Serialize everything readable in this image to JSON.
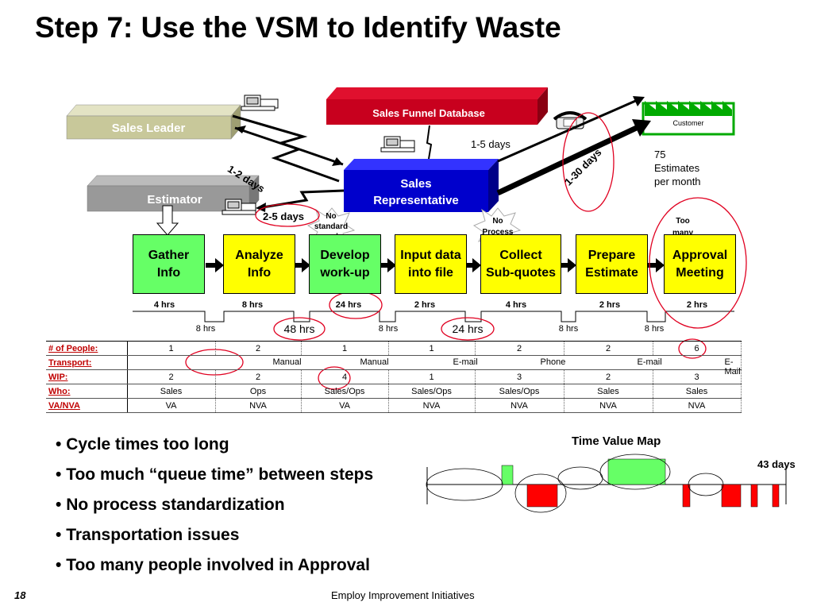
{
  "title": "Step 7: Use the VSM to Identify Waste",
  "entities": {
    "sales_leader": "Sales Leader",
    "estimator": "Estimator",
    "database": "Sales Funnel Database",
    "sales_rep": "Sales Representative",
    "customer": "Customer"
  },
  "labels": {
    "one_two_days": "1-2 days",
    "one_five_days": "1-5 days",
    "one_thirty_days": "1-30 days",
    "estimates": "75\nEstimates\nper month",
    "two_five_days": "2-5 days",
    "no_standard_work": "No\nstandard\nwork",
    "no_process": "No\nProcess",
    "too_many_people": "Too\nmany\npeople"
  },
  "processes": [
    {
      "name": "Gather\nInfo",
      "color": "#66ff66"
    },
    {
      "name": "Analyze\nInfo",
      "color": "#ffff00"
    },
    {
      "name": "Develop\nwork-up",
      "color": "#66ff66"
    },
    {
      "name": "Input data\ninto file",
      "color": "#ffff00"
    },
    {
      "name": "Collect\nSub-quotes",
      "color": "#ffff00"
    },
    {
      "name": "Prepare\nEstimate",
      "color": "#ffff00"
    },
    {
      "name": "Approval\nMeeting",
      "color": "#ffff00"
    }
  ],
  "timeline": {
    "process_times": [
      "4 hrs",
      "8 hrs",
      "24  hrs",
      "2 hrs",
      "4 hrs",
      "2 hrs",
      "2 hrs"
    ],
    "wait_times": [
      "8 hrs",
      "48 hrs",
      "8 hrs",
      "24 hrs",
      "8 hrs",
      "8 hrs"
    ]
  },
  "table": {
    "rows": [
      {
        "label": "# of People:",
        "cells": [
          "1",
          "2",
          "1",
          "1",
          "2",
          "2",
          "6"
        ]
      },
      {
        "label": "Transport:",
        "cells": [
          "Manual",
          "Manual",
          "E-mail",
          "Phone",
          "E-mail",
          "E-Mail"
        ]
      },
      {
        "label": "WIP:",
        "cells": [
          "2",
          "2",
          "4",
          "1",
          "3",
          "2",
          "3"
        ]
      },
      {
        "label": "Who:",
        "cells": [
          "Sales",
          "Ops",
          "Sales/Ops",
          "Sales/Ops",
          "Sales/Ops",
          "Sales",
          "Sales"
        ]
      },
      {
        "label": "VA/NVA",
        "cells": [
          "VA",
          "NVA",
          "VA",
          "NVA",
          "NVA",
          "NVA",
          "NVA"
        ]
      }
    ]
  },
  "bullets": [
    "Cycle times too long",
    "Too much “queue time” between steps",
    "No process standardization",
    "Transportation issues",
    "Too many people involved in Approval"
  ],
  "time_value_map": {
    "title": "Time Value Map",
    "total": "43 days"
  },
  "footer": {
    "page": "18",
    "text": "Employ Improvement Initiatives"
  },
  "colors": {
    "highlight_circle": "#e00020",
    "database": "#c8001e",
    "sales_rep": "#0000cc",
    "leader_box": "#c8c89a",
    "estimator_box": "#999999",
    "va_block": "#66ff66",
    "nva_block": "#ff0000"
  }
}
